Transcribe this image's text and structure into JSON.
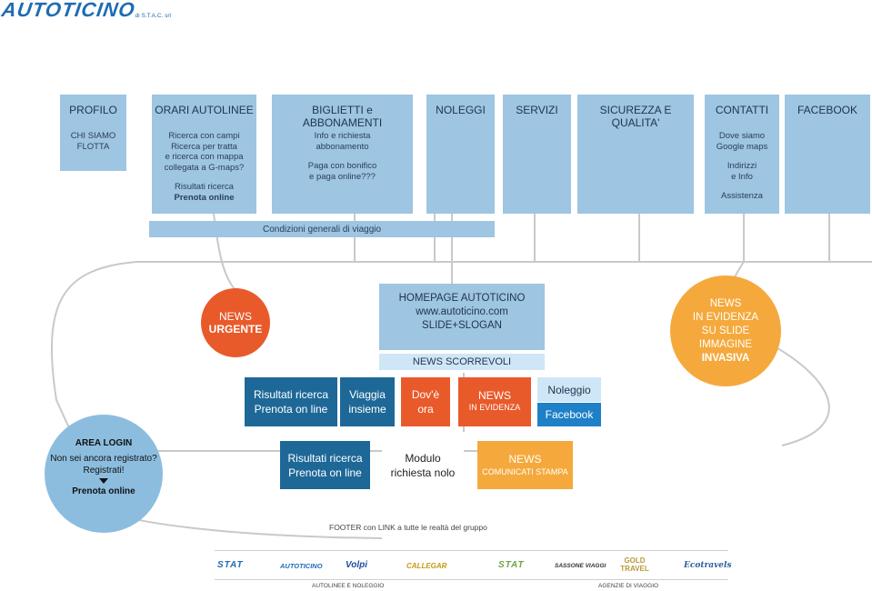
{
  "brand": {
    "name": "AUTOTICINO",
    "sub": "di S.T.A.C. srl"
  },
  "menu": [
    {
      "title": "PROFILO",
      "lines": [
        "CHI SIAMO",
        "FLOTTA"
      ]
    },
    {
      "title": "ORARI AUTOLINEE",
      "lines": [
        "Ricerca con campi",
        "Ricerca per tratta",
        "e ricerca con mappa",
        "collegata a G-maps?",
        "",
        "Risultati ricerca"
      ],
      "bold": "Prenota online"
    },
    {
      "title": "BIGLIETTI e ABBONAMENTI",
      "lines": [
        "Info e richiesta",
        "abbonamento",
        "",
        "Paga con bonifico",
        "e paga online???"
      ]
    },
    {
      "title": "NOLEGGI",
      "lines": []
    },
    {
      "title": "SERVIZI",
      "lines": []
    },
    {
      "title": "SICUREZZA E QUALITA'",
      "lines": []
    },
    {
      "title": "CONTATTI",
      "lines": [
        "Dove siamo",
        "Google maps",
        "",
        "Indirizzi",
        "e Info",
        "",
        "Assistenza"
      ]
    },
    {
      "title": "FACEBOOK",
      "lines": []
    }
  ],
  "conditions": "Condizioni generali di viaggio",
  "news_urgent": {
    "line1": "NEWS",
    "line2": "URGENTE"
  },
  "homepage": {
    "line1": "HOMEPAGE AUTOTICINO",
    "line2": "www.autoticino.com",
    "line3": "SLIDE+SLOGAN",
    "scrolling": "NEWS SCORREVOLI"
  },
  "news_evidence": {
    "line1": "NEWS",
    "line2": "IN EVIDENZA",
    "line3": "SU SLIDE",
    "line4": "IMMAGINE",
    "line5": "INVASIVA"
  },
  "row1": {
    "results": {
      "line1": "Risultati ricerca",
      "line2": "Prenota on line"
    },
    "travel": {
      "line1": "Viaggia",
      "line2": "insieme"
    },
    "where": {
      "line1": "Dov'è",
      "line2": "ora"
    },
    "news": {
      "line1": "NEWS",
      "line2": "IN EVIDENZA"
    },
    "rental": "Noleggio",
    "facebook": "Facebook"
  },
  "login": {
    "title": "AREA LOGIN",
    "line1": "Non sei ancora registrato?",
    "line2": "Registrati!",
    "action": "Prenota online"
  },
  "row2": {
    "results": {
      "line1": "Risultati ricerca",
      "line2": "Prenota on line"
    },
    "form": {
      "line1": "Modulo",
      "line2": "richiesta nolo"
    },
    "news": {
      "line1": "NEWS",
      "line2": "COMUNICATI STAMPA"
    }
  },
  "footer": {
    "title": "FOOTER con LINK a tutte le realtà del gruppo",
    "logos": [
      "STAT",
      "AUTOTICINO",
      "Volpi",
      "CALLEGAR",
      "STAT",
      "SASSONE VIAGGI",
      "GOLD TRAVEL",
      "Ecotravels"
    ],
    "left_label": "AUTOLINEE E NOLEGGIO",
    "right_label": "AGENZIE DI VIAGGIO"
  },
  "colors": {
    "menu": "#9ec5e2",
    "dark_blue": "#1e6898",
    "orange_red": "#e95a2b",
    "orange": "#f5a93c",
    "light_blue": "#6ab3e6",
    "circle_blue": "#8cbddf"
  }
}
